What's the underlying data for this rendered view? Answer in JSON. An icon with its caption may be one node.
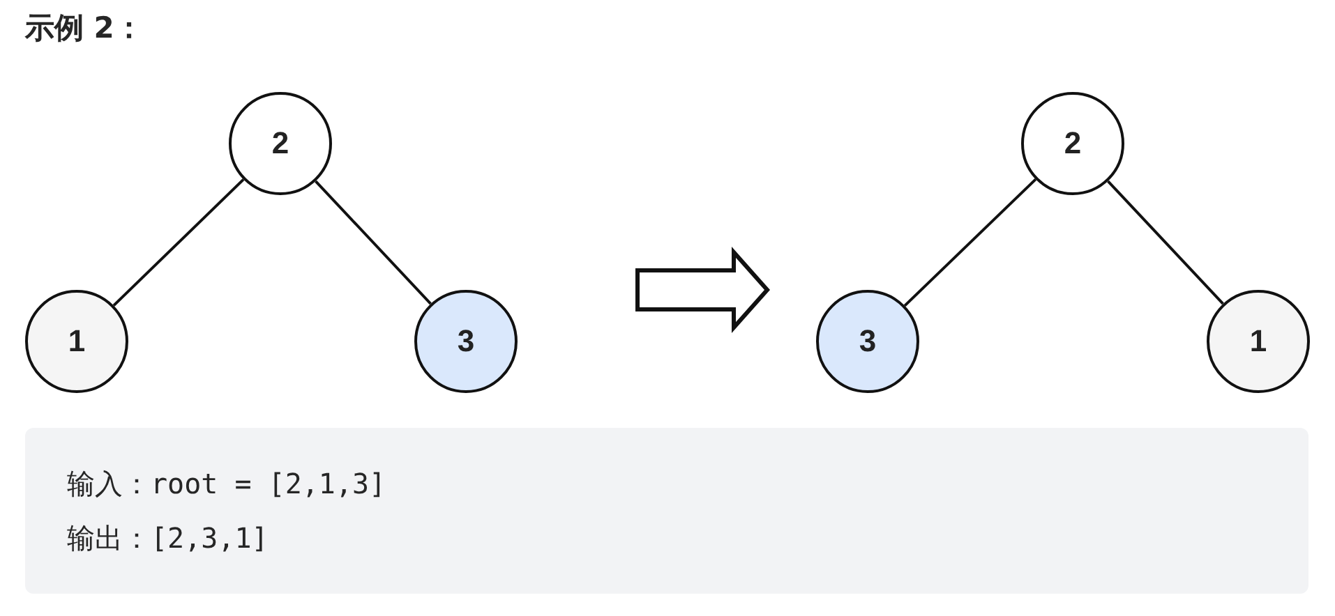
{
  "diagram": {
    "title": "示例 2：",
    "nodes": [
      {
        "text": [
          "2"
        ]
      },
      {
        "text": [
          "1"
        ]
      },
      {
        "text": [
          "3"
        ]
      },
      {
        "text": [
          "2"
        ]
      },
      {
        "text": [
          "3"
        ]
      },
      {
        "text": [
          "1"
        ]
      }
    ],
    "edges": [
      {
        "from": 0,
        "to": 1,
        "arrow": "none"
      },
      {
        "from": 0,
        "to": 2,
        "arrow": "none"
      },
      {
        "from": 3,
        "to": 4,
        "arrow": "none"
      },
      {
        "from": 3,
        "to": 5,
        "arrow": "none"
      }
    ],
    "labels": [
      "输入：root = [2,1,3]",
      "输出：[2,3,1]"
    ]
  }
}
